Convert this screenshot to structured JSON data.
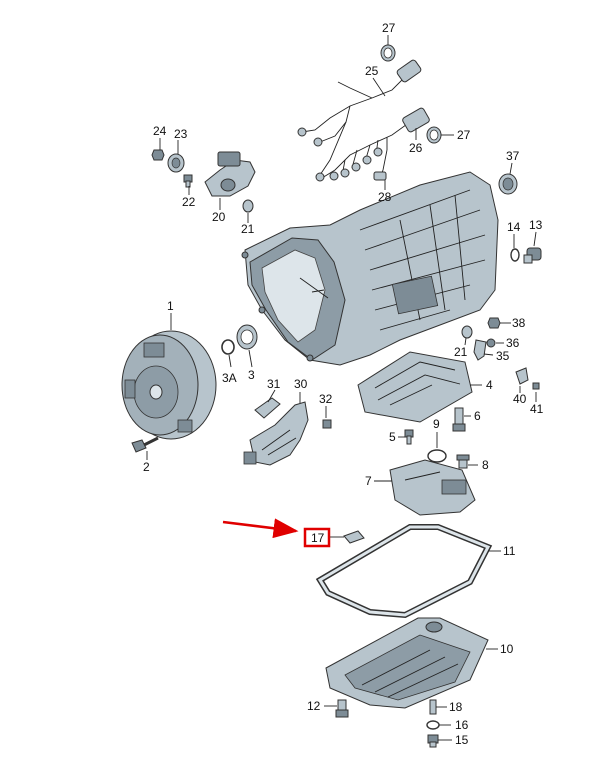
{
  "colors": {
    "part_fill": "#b7c4cc",
    "part_dark": "#7d8c96",
    "part_light": "#dde5ea",
    "highlight": "#e00000",
    "line": "#222222"
  },
  "labels": {
    "p27a": "27",
    "p25": "25",
    "p26": "26",
    "p27b": "27",
    "p28": "28",
    "p24": "24",
    "p23": "23",
    "p22": "22",
    "p20": "20",
    "p21a": "21",
    "p37": "37",
    "p14": "14",
    "p13": "13",
    "p38": "38",
    "p36": "36",
    "p35": "35",
    "p21b": "21",
    "p1": "1",
    "p3a": "3A",
    "p3": "3",
    "p31": "31",
    "p30": "30",
    "p32": "32",
    "p4": "4",
    "p40": "40",
    "p41": "41",
    "p5": "5",
    "p9": "9",
    "p6": "6",
    "p8": "8",
    "p7": "7",
    "p2": "2",
    "p17": "17",
    "p11": "11",
    "p10": "10",
    "p12": "12",
    "p18": "18",
    "p16": "16",
    "p15": "15"
  },
  "highlighted_part": "17"
}
